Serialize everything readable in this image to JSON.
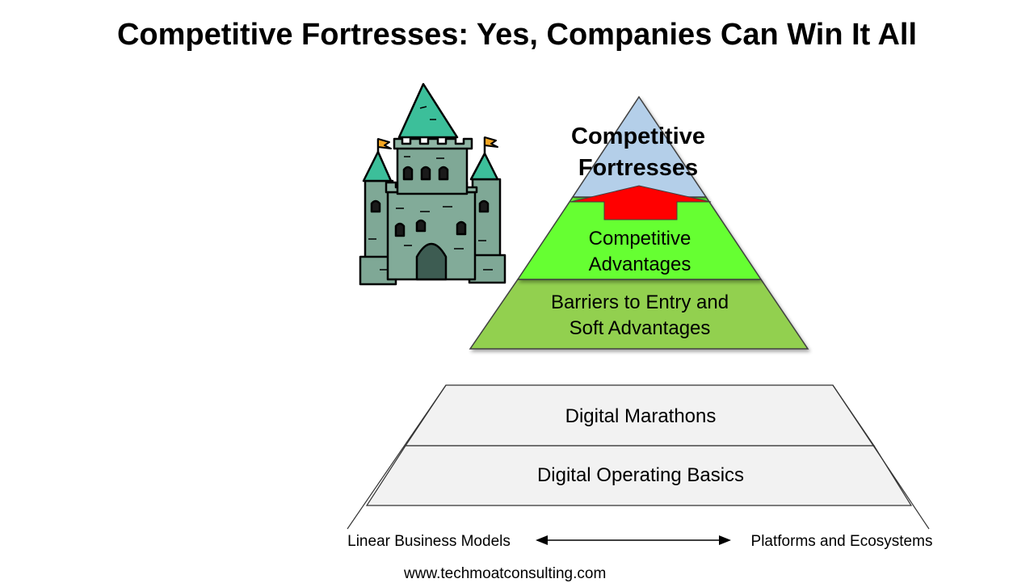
{
  "title": "Competitive Fortresses: Yes, Companies Can Win It All",
  "upper_pyramid": {
    "apex_line1": "Competitive",
    "apex_line2": "Fortresses",
    "middle_line1": "Competitive",
    "middle_line2": "Advantages",
    "base_line1": "Barriers to Entry and",
    "base_line2": "Soft Advantages"
  },
  "lower_pyramid": {
    "top_label": "Digital Marathons",
    "bottom_label": "Digital Operating Basics"
  },
  "axis": {
    "left_label": "Linear Business Models",
    "right_label": "Platforms and Ecosystems"
  },
  "footer_url": "www.techmoatconsulting.com",
  "colors": {
    "apex_fill": "#b4cfe9",
    "middle_fill": "#66ff33",
    "base_fill": "#92d050",
    "arrow_fill": "#ff0000",
    "lower_fill": "#f2f2f2",
    "castle_roof": "#3cbf9a",
    "castle_stone": "#7fa896"
  },
  "icons": [
    "castle-icon",
    "up-arrow-icon",
    "double-arrow-icon"
  ]
}
